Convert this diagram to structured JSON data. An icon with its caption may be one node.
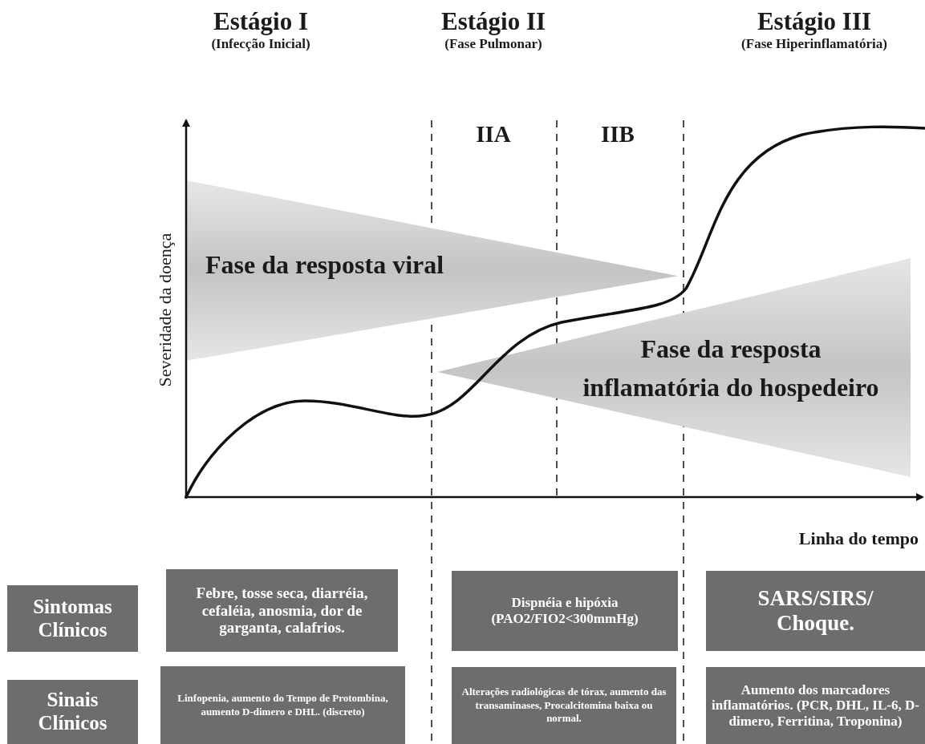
{
  "diagram": {
    "nodes": [
      {
        "text": [
          "Fase da resposta viral"
        ]
      },
      {
        "text": [
          "Fase da resposta inflamatória do hospedeiro"
        ]
      },
      {
        "text": [
          "Sintomas Clínicos"
        ]
      },
      {
        "text": [
          "Febre, tosse seca, diarréia, cefaléia, anosmia, dor de garganta, calafrios."
        ]
      },
      {
        "text": [
          "Dispnéia e hipóxia (PAO2/FIO2<300mmHg)"
        ]
      },
      {
        "text": [
          "SARS/SIRS/ Choque."
        ]
      },
      {
        "text": [
          "Sinais Clínicos"
        ]
      },
      {
        "text": [
          "Linfopenia, aumento do Tempo de Protombina, aumento D-dimero e DHL. (discreto)"
        ]
      },
      {
        "text": [
          "Alterações radiológicas de tórax, aumento das transaminases, Procalcitomina baixa ou normal."
        ]
      },
      {
        "text": [
          "Aumento dos marcadores inflamatórios. (PCR, DHL, IL-6, D-dimero, Ferritina, Troponina)"
        ]
      }
    ],
    "edges": [],
    "labels": [
      "Estágio I",
      "(Infecção Inicial)",
      "Estágio II",
      "(Fase Pulmonar)",
      "Estágio III",
      "(Fase Hiperinflamatória)",
      "IIA",
      "IIB",
      "Severidade da doença",
      "Linha do tempo"
    ]
  }
}
